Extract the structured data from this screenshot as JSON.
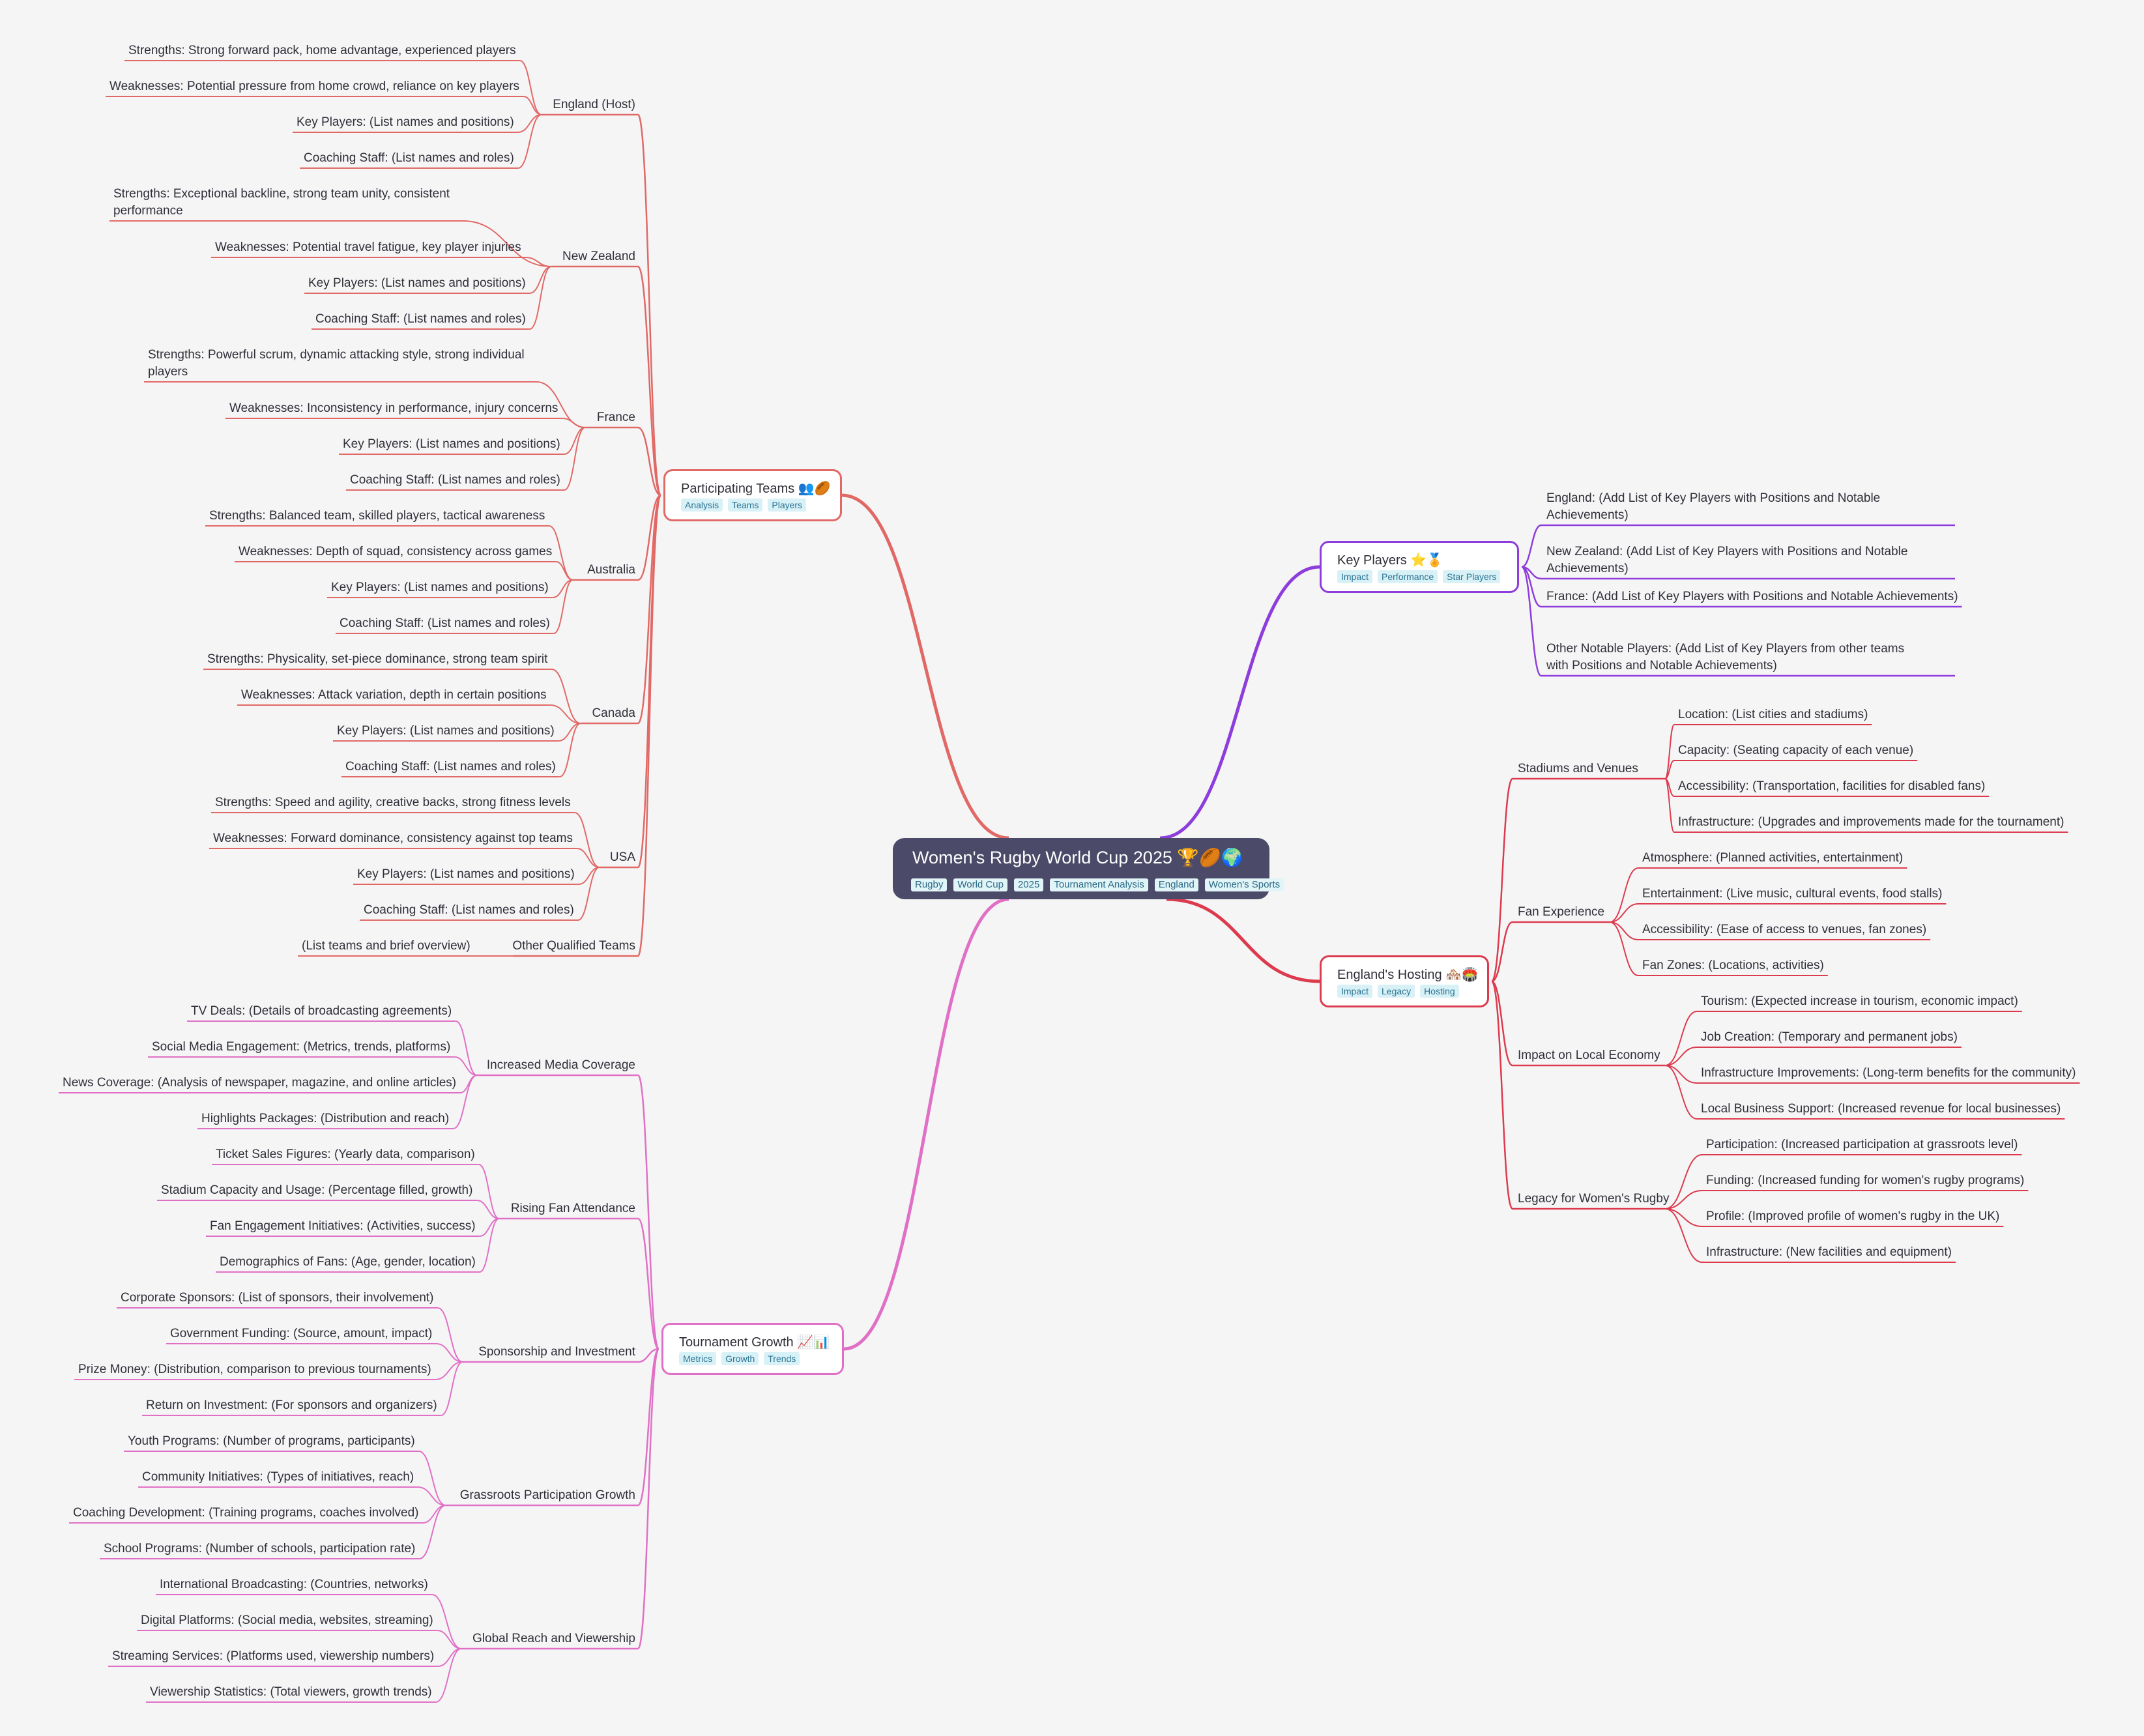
{
  "root": {
    "title": "Women's Rugby World Cup 2025 🏆🏉🌍",
    "tags": [
      "Rugby",
      "World Cup",
      "2025",
      "Tournament Analysis",
      "England",
      "Women's Sports"
    ]
  },
  "branches": [
    {
      "id": "participating-teams",
      "title": "Participating Teams 👥🏉",
      "color": "#e06966",
      "tags": [
        "Analysis",
        "Teams",
        "Players"
      ],
      "children": [
        {
          "label": "England  (Host)",
          "children": [
            "Strengths: Strong forward pack, home advantage, experienced players",
            "Weaknesses: Potential pressure from home crowd, reliance on key players",
            "Key Players:  (List names and positions)",
            "Coaching Staff: (List names and roles)"
          ]
        },
        {
          "label": "New Zealand",
          "children": [
            "Strengths:  Exceptional backline, strong team unity, consistent performance",
            "Weaknesses:  Potential travel fatigue, key player injuries",
            "Key Players: (List names and positions)",
            "Coaching Staff: (List names and roles)"
          ]
        },
        {
          "label": "France",
          "children": [
            "Strengths: Powerful scrum, dynamic attacking style, strong individual players",
            "Weaknesses:  Inconsistency in performance, injury concerns",
            "Key Players: (List names and positions)",
            "Coaching Staff: (List names and roles)"
          ]
        },
        {
          "label": "Australia",
          "children": [
            "Strengths:  Balanced team, skilled players, tactical awareness",
            "Weaknesses:  Depth of squad, consistency across games",
            "Key Players: (List names and positions)",
            "Coaching Staff: (List names and roles)"
          ]
        },
        {
          "label": "Canada",
          "children": [
            "Strengths:  Physicality, set-piece dominance, strong team spirit",
            "Weaknesses:  Attack variation,  depth in certain positions",
            "Key Players: (List names and positions)",
            "Coaching Staff: (List names and roles)"
          ]
        },
        {
          "label": "USA",
          "children": [
            "Strengths:  Speed and agility, creative backs, strong fitness levels",
            "Weaknesses:  Forward dominance, consistency against top teams",
            "Key Players: (List names and positions)",
            "Coaching Staff: (List names and roles)"
          ]
        },
        {
          "label": "Other Qualified Teams",
          "children": [
            "(List teams and brief overview)"
          ]
        }
      ]
    },
    {
      "id": "tournament-growth",
      "title": "Tournament Growth 📈📊",
      "color": "#e070c6",
      "tags": [
        "Metrics",
        "Growth",
        "Trends"
      ],
      "children": [
        {
          "label": "Increased Media Coverage",
          "children": [
            "TV Deals:  (Details of broadcasting agreements)",
            "Social Media Engagement: (Metrics, trends, platforms)",
            "News Coverage: (Analysis of newspaper, magazine, and online articles)",
            "Highlights Packages: (Distribution and reach)"
          ]
        },
        {
          "label": "Rising Fan Attendance",
          "children": [
            "Ticket Sales Figures: (Yearly data, comparison)",
            "Stadium Capacity and Usage: (Percentage filled, growth)",
            "Fan Engagement Initiatives: (Activities, success)",
            "Demographics of Fans: (Age, gender, location)"
          ]
        },
        {
          "label": "Sponsorship and Investment",
          "children": [
            "Corporate Sponsors: (List of sponsors, their involvement)",
            "Government Funding: (Source, amount, impact)",
            "Prize Money: (Distribution, comparison to previous tournaments)",
            "Return on Investment: (For sponsors and organizers)"
          ]
        },
        {
          "label": "Grassroots Participation Growth",
          "children": [
            "Youth Programs: (Number of programs, participants)",
            "Community Initiatives: (Types of initiatives, reach)",
            "Coaching Development: (Training programs, coaches involved)",
            "School Programs: (Number of schools, participation rate)"
          ]
        },
        {
          "label": "Global Reach and Viewership",
          "children": [
            "International Broadcasting: (Countries, networks)",
            "Digital Platforms: (Social media, websites, streaming)",
            "Streaming Services: (Platforms used, viewership numbers)",
            "Viewership Statistics: (Total viewers, growth trends)"
          ]
        }
      ]
    },
    {
      "id": "key-players",
      "title": "Key Players ⭐🏅",
      "color": "#8d3ddb",
      "tags": [
        "Impact",
        "Performance",
        "Star Players"
      ],
      "children": [
        {
          "label": "England:  (Add List of Key Players with Positions and Notable Achievements)"
        },
        {
          "label": "New Zealand: (Add List of Key Players with Positions and Notable Achievements)"
        },
        {
          "label": "France: (Add List of Key Players with Positions and Notable Achievements)"
        },
        {
          "label": "Other Notable Players: (Add List of Key Players from other teams with Positions and Notable Achievements)"
        }
      ]
    },
    {
      "id": "englands-hosting",
      "title": "England's Hosting 🏘️🏟️",
      "color": "#dc3b4e",
      "tags": [
        "Impact",
        "Legacy",
        "Hosting"
      ],
      "children": [
        {
          "label": "Stadiums and Venues",
          "children": [
            "Location: (List cities and stadiums)",
            "Capacity: (Seating capacity of each venue)",
            "Accessibility: (Transportation, facilities for disabled fans)",
            "Infrastructure: (Upgrades and improvements made for the tournament)"
          ]
        },
        {
          "label": "Fan Experience",
          "children": [
            "Atmosphere: (Planned activities, entertainment)",
            "Entertainment: (Live music, cultural events, food stalls)",
            "Accessibility: (Ease of access to venues, fan zones)",
            "Fan Zones: (Locations, activities)"
          ]
        },
        {
          "label": "Impact on Local Economy",
          "children": [
            "Tourism: (Expected increase in tourism, economic impact)",
            "Job Creation: (Temporary and permanent jobs)",
            "Infrastructure Improvements: (Long-term benefits for the community)",
            "Local Business Support: (Increased revenue for local businesses)"
          ]
        },
        {
          "label": "Legacy for Women's Rugby",
          "children": [
            "Participation: (Increased participation at grassroots level)",
            "Funding: (Increased funding for women's rugby programs)",
            "Profile: (Improved profile of women's rugby in the UK)",
            "Infrastructure: (New facilities and equipment)"
          ]
        }
      ]
    }
  ]
}
